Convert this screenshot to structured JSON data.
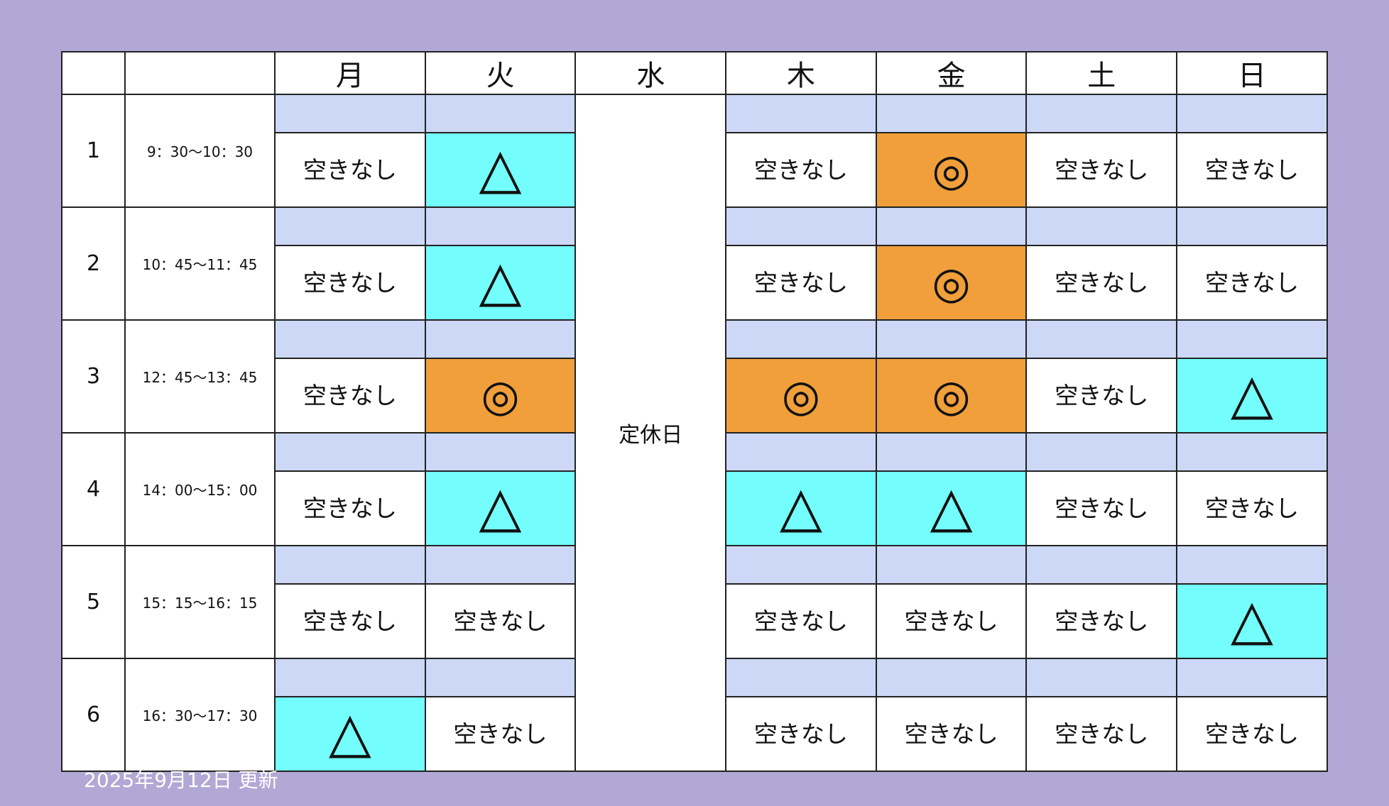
{
  "days": [
    "月",
    "火",
    "水",
    "木",
    "金",
    "土",
    "日"
  ],
  "closed_label": "定休日",
  "symbols": {
    "none": "空きなし",
    "few": "△",
    "open": "◎"
  },
  "colors": {
    "background": "#b1a8d5",
    "band": "#ccd8f5",
    "few": "#74fdfd",
    "open": "#f09f3b"
  },
  "slots": [
    {
      "num": "1",
      "time": "9：30〜10：30",
      "status": [
        "none",
        "few",
        null,
        "none",
        "open",
        "none",
        "none"
      ]
    },
    {
      "num": "2",
      "time": "10：45〜11：45",
      "status": [
        "none",
        "few",
        null,
        "none",
        "open",
        "none",
        "none"
      ]
    },
    {
      "num": "3",
      "time": "12：45〜13：45",
      "status": [
        "none",
        "open",
        null,
        "open",
        "open",
        "none",
        "few"
      ]
    },
    {
      "num": "4",
      "time": "14：00〜15：00",
      "status": [
        "none",
        "few",
        null,
        "few",
        "few",
        "none",
        "none"
      ]
    },
    {
      "num": "5",
      "time": "15：15〜16：15",
      "status": [
        "none",
        "none",
        null,
        "none",
        "none",
        "none",
        "few"
      ]
    },
    {
      "num": "6",
      "time": "16：30〜17：30",
      "status": [
        "few",
        "none",
        null,
        "none",
        "none",
        "none",
        "none"
      ]
    }
  ],
  "updated": "2025年9月12日 更新"
}
